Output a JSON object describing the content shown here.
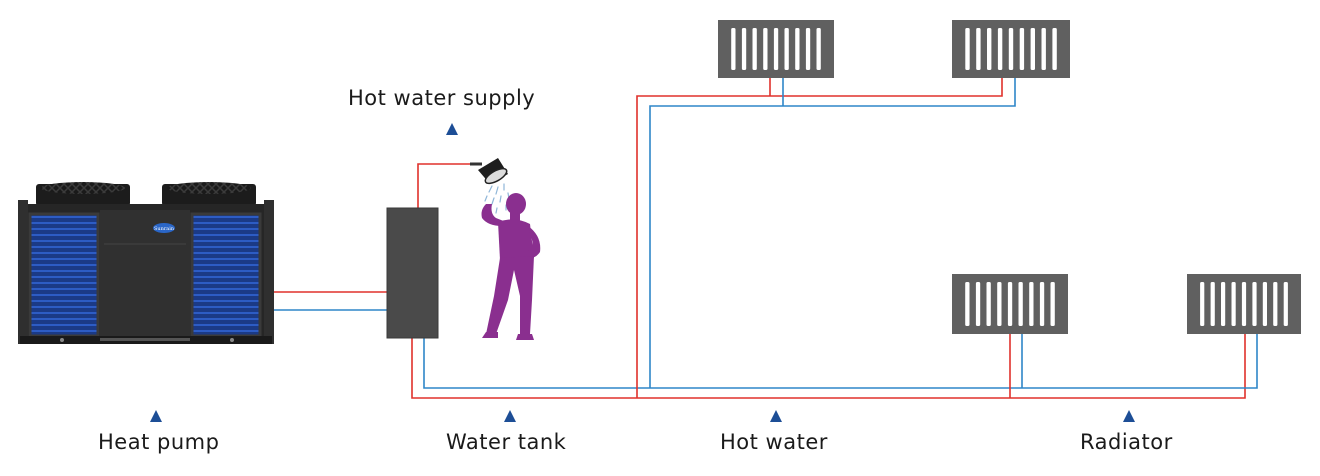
{
  "labels": {
    "hot_water_supply": "Hot water supply",
    "heat_pump": "Heat pump",
    "water_tank": "Water tank",
    "hot_water": "Hot water",
    "radiator": "Radiator"
  },
  "colors": {
    "hot_pipe": "#e0312b",
    "cold_pipe": "#2e86c8",
    "marker": "#1d4e96",
    "person": "#8a2f8f",
    "radiator": "#606060",
    "tank": "#4a4a4a",
    "heat_pump_body": "#2b2b2b",
    "heat_pump_coil": "#1f3f8f"
  },
  "icons": [
    "heat-pump-icon",
    "water-tank-icon",
    "shower-head-icon",
    "person-icon",
    "radiator-icon",
    "triangle-marker-icon"
  ]
}
